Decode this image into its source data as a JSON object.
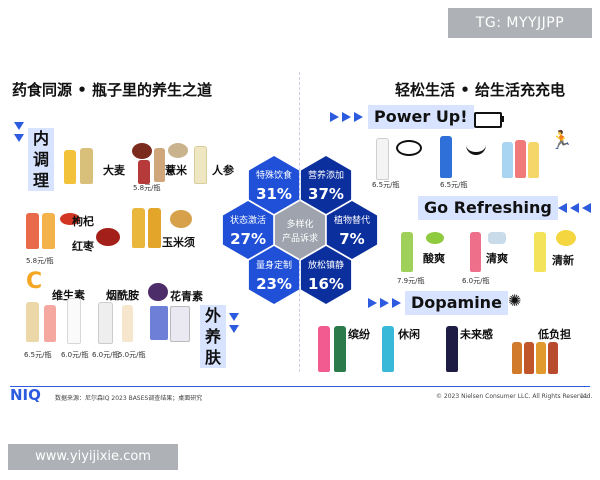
{
  "watermark_top": "TG: MYYJJPP",
  "watermark_bottom": "www.yiyijixie.com",
  "left": {
    "title": "药食同源 • 瓶子里的养生之道",
    "nei_label": [
      "内",
      "调",
      "理"
    ],
    "wai_label": [
      "外",
      "养",
      "肤"
    ],
    "ingredients": {
      "barley": "大麦",
      "yiyi": "薏米",
      "ginseng": "人参",
      "goji": "枸杞",
      "jujube": "红枣",
      "corn_silk": "玉米须",
      "vitamin": "维生素",
      "niacinamide": "烟酰胺",
      "anthocyanin": "花青素"
    },
    "prices": {
      "p1": "5.8元/瓶",
      "p2": "5.8元/瓶",
      "p3": "6.5元/瓶",
      "p4": "6.0元/瓶",
      "p5": "6.0元/瓶",
      "p6": "5.0元/瓶"
    }
  },
  "right": {
    "title": "轻松生活 • 给生活充充电",
    "banners": {
      "power": "Power Up!",
      "refresh": "Go Refreshing",
      "dopamine": "Dopamine"
    },
    "labels": {
      "suanshuang": "酸爽",
      "qingshuang": "清爽",
      "qingxin": "清新",
      "binfen": "缤纷",
      "xiuxian": "休闲",
      "weilaigan": "未来感",
      "didan": "低负担"
    },
    "prices": {
      "p1": "6.5元/瓶",
      "p2": "6.5元/瓶",
      "p3": "7.9元/瓶",
      "p4": "6.0元/瓶"
    }
  },
  "chart_data": {
    "type": "hexagon-grid",
    "title": "",
    "center_label": "多样化\n产品诉求",
    "categories": [
      "特殊饮食",
      "营养添加",
      "状态激活",
      "植物替代",
      "量身定制",
      "放松镇静"
    ],
    "values": [
      31,
      37,
      27,
      7,
      23,
      16
    ],
    "unit": "%"
  },
  "footer": {
    "logo": "NIQ",
    "source": "数据来源：尼尔森IQ 2023 BASES调查结果；桌面研究",
    "copyright": "© 2023 Nielsen Consumer LLC. All Rights Reserved.",
    "page": "11"
  },
  "colors": {
    "accent": "#2d5be0",
    "hex_dark": "#0c2f9e",
    "hex_mid": "#2050d8",
    "hex_center": "#9ea3ad",
    "banner_bg": "#d7e3ff"
  }
}
